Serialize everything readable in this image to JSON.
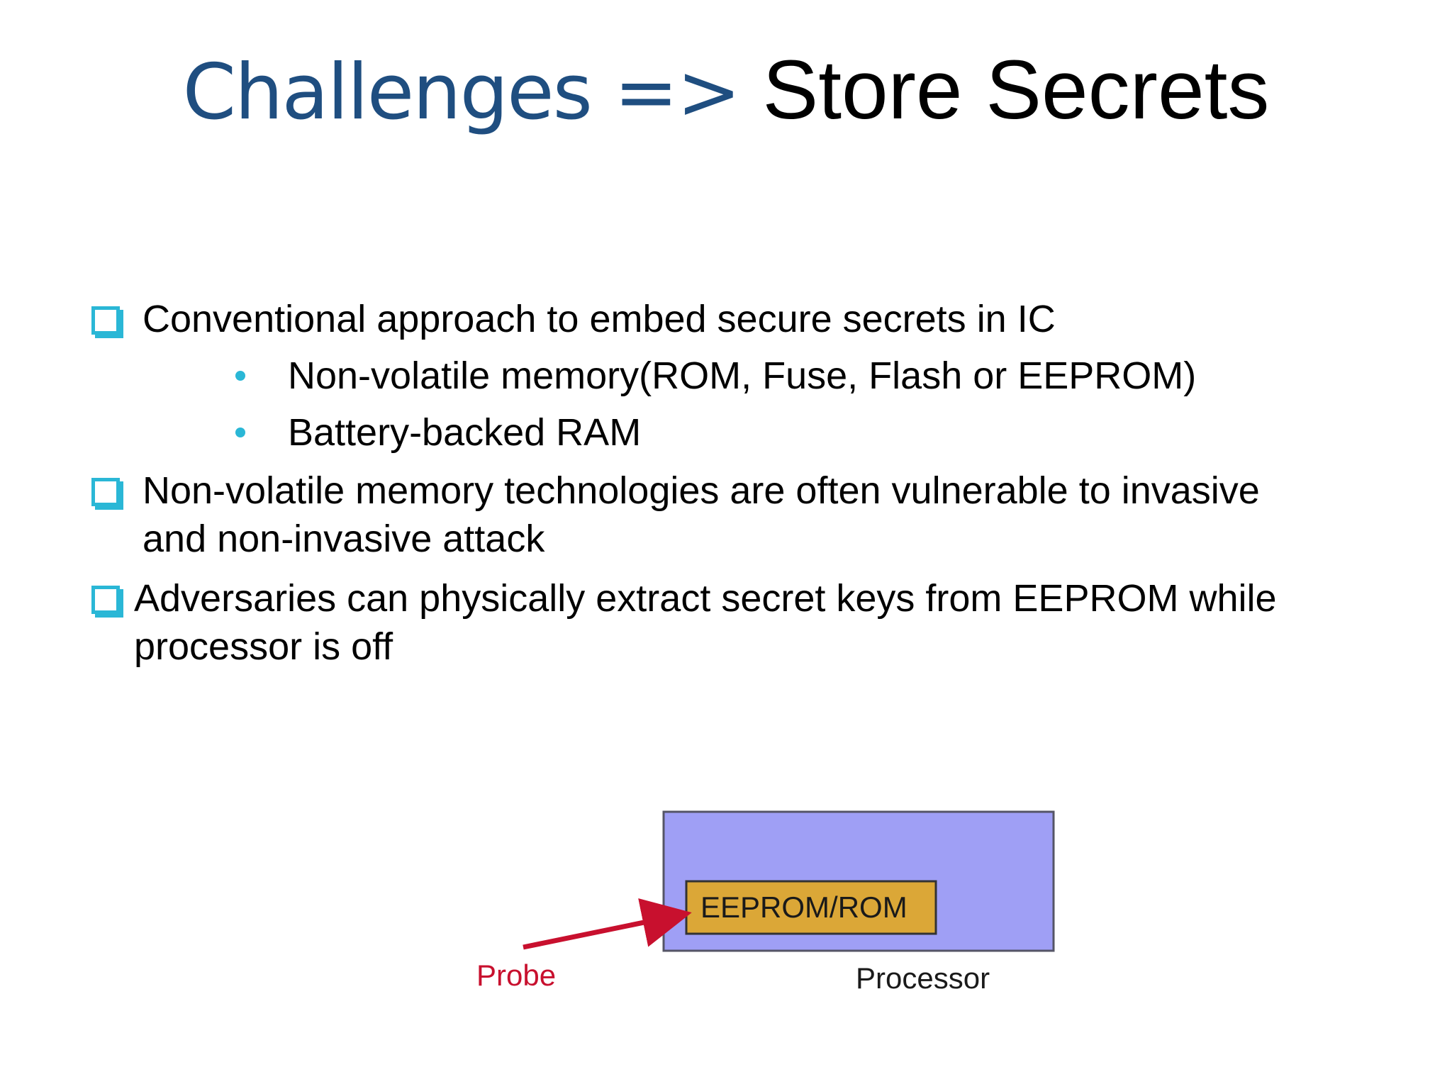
{
  "slide": {
    "title_part1": "Challenges => ",
    "title_part2": "Store Secrets"
  },
  "bullets": [
    {
      "text": "Conventional approach to embed secure secrets in IC"
    },
    {
      "text": "Non-volatile memory(ROM, Fuse, Flash or EEPROM)"
    },
    {
      "text": "Battery-backed RAM"
    },
    {
      "line1": "Non-volatile memory technologies are often vulnerable to invasive",
      "line2": "and non-invasive attack"
    },
    {
      "line1": "Adversaries can physically extract secret keys from EEPROM while",
      "line2": "processor is off"
    }
  ],
  "diagram": {
    "memory_label": "EEPROM/ROM",
    "probe_label": "Probe",
    "processor_label": "Processor"
  },
  "colors": {
    "title_blue": "#1f4e80",
    "bullet_cyan": "#2ab7d6",
    "processor_fill": "#9f9ff5",
    "memory_fill": "#dba737",
    "probe_red": "#c8102e"
  }
}
